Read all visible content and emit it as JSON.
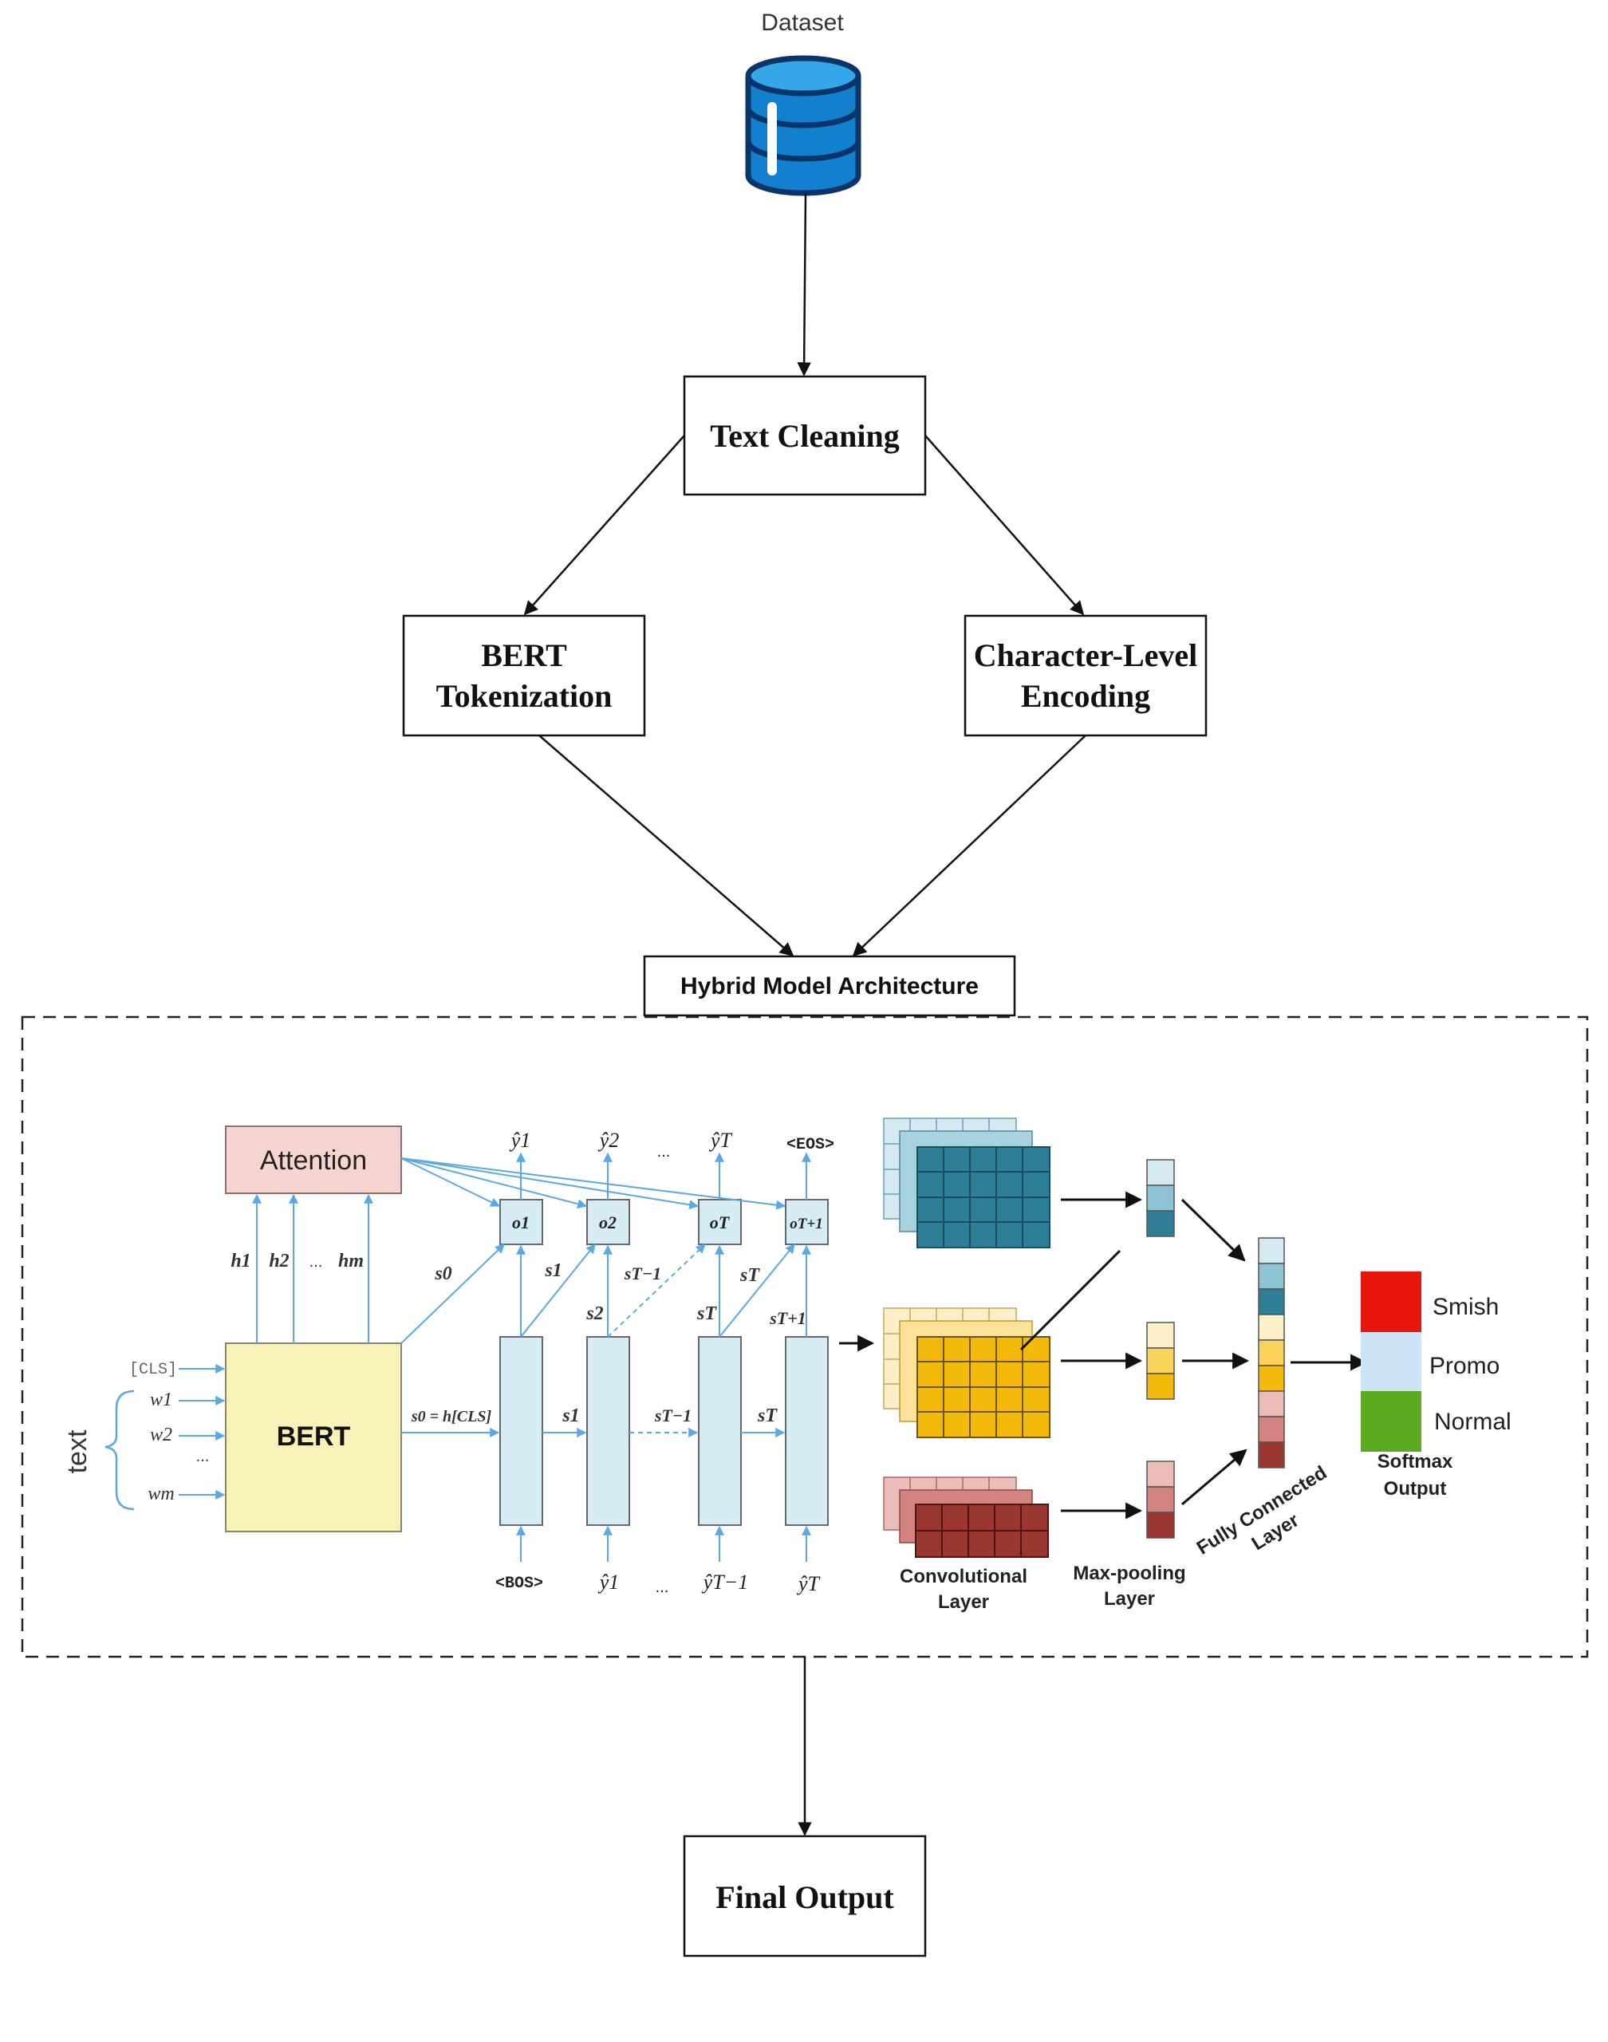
{
  "flow": {
    "dataset_label": "Dataset",
    "text_cleaning": "Text Cleaning",
    "bert_tokenization": [
      "BERT",
      "Tokenization"
    ],
    "char_encoding": [
      "Character-Level",
      "Encoding"
    ],
    "hybrid_model": "Hybrid Model Architecture",
    "final_output": "Final Output"
  },
  "bert_block": {
    "attention": "Attention",
    "bert": "BERT",
    "text": "text",
    "cls_token": "[CLS]",
    "inputs": [
      "w1",
      "w2",
      "...",
      "wm"
    ],
    "hidden": [
      "h1",
      "h2",
      "...",
      "hm"
    ],
    "s0": "s0",
    "s0_def": "s0 = h[CLS]",
    "outputs": [
      "o1",
      "o2",
      "oT",
      "oT+1"
    ],
    "y_top": [
      "ŷ1",
      "ŷ2",
      "...",
      "ŷT",
      "<EOS>"
    ],
    "y_bottom": [
      "<BOS>",
      "ŷ1",
      "...",
      "ŷT−1",
      "ŷT"
    ],
    "state_labels": [
      "s1",
      "s2",
      "sT−1",
      "sT",
      "sT",
      "sT+1"
    ],
    "horizontal_states": [
      "s1",
      "sT−1",
      "sT"
    ]
  },
  "cnn_block": {
    "conv_label": [
      "Convolutional",
      "Layer"
    ],
    "pool_label": [
      "Max-pooling",
      "Layer"
    ],
    "fc_label": [
      "Fully Connected",
      "Layer"
    ],
    "softmax_label": [
      "Softmax",
      "Output"
    ],
    "classes": [
      "Smish",
      "Promo",
      "Normal"
    ],
    "class_colors": [
      "#e8150b",
      "#cfe3f7",
      "#5aaa22"
    ]
  },
  "colors": {
    "attention_fill": "#f6d5d0",
    "bert_fill": "#f8f2b8",
    "decoder_fill": "#d5ecf2",
    "arrow_blue": "#5aa9e6",
    "teal": [
      "#d4e9f1",
      "#8ec3d4",
      "#2f7e98"
    ],
    "yellow": [
      "#fdf0c8",
      "#fbd25a",
      "#f3b90b"
    ],
    "red": [
      "#ebbcb8",
      "#d48480",
      "#9b3631"
    ]
  }
}
